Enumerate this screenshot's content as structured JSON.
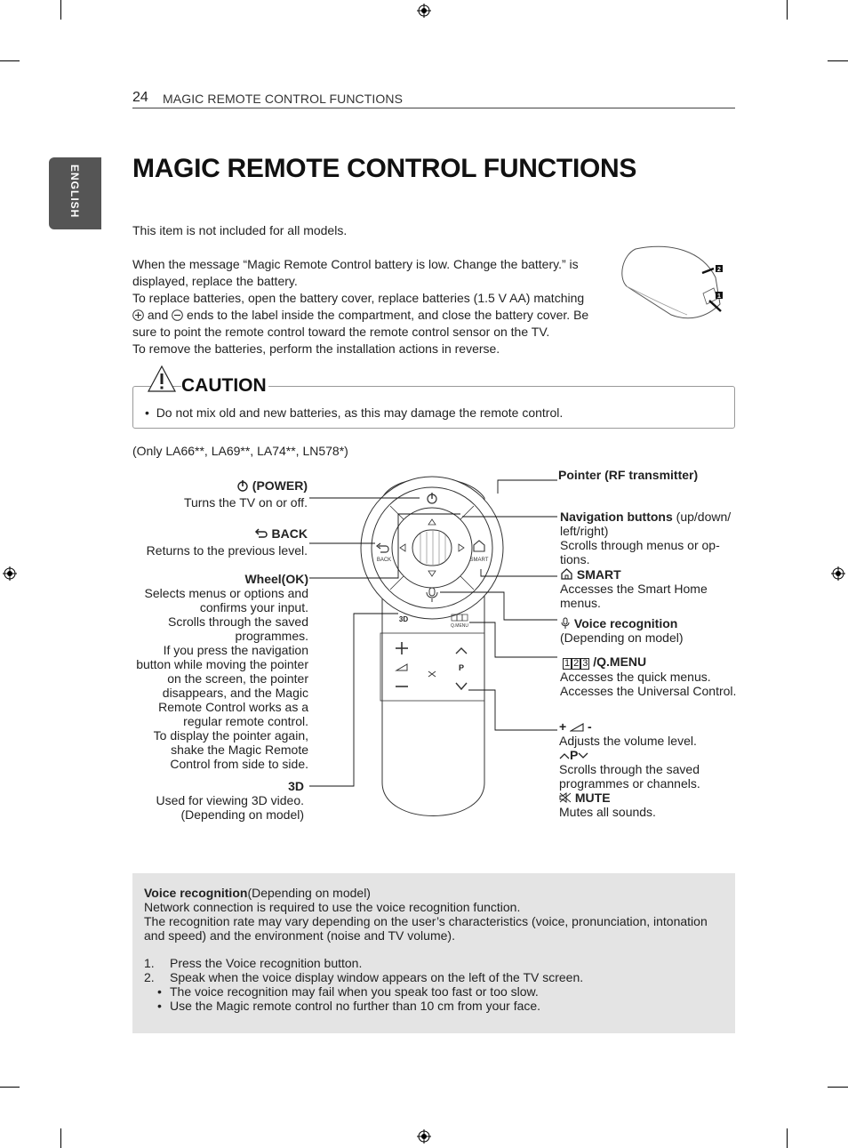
{
  "header": {
    "page_number": "24",
    "running_title": "MAGIC REMOTE CONTROL FUNCTIONS"
  },
  "side_tab": "ENGLISH",
  "title": "MAGIC REMOTE CONTROL FUNCTIONS",
  "intro": {
    "not_included": "This item is not included for all models.",
    "battery_lines": [
      "When the message “Magic Remote Control battery is low. Change the battery.” is",
      "displayed, replace the battery.",
      "To replace batteries, open the battery cover, replace batteries (1.5 V AA) matching",
      "sure to point the remote control toward the remote control sensor on the TV.",
      "To remove the batteries, perform the installation actions in reverse."
    ],
    "and_word": "and",
    "polarity_tail": "ends to the label inside the compartment, and close the battery cover. Be"
  },
  "battery_figure": {
    "step1": "1",
    "step2": "2"
  },
  "caution": {
    "label": "CAUTION",
    "bullet": "Do not mix old and new batteries, as this may damage the remote control."
  },
  "models_note": "(Only LA66**, LA69**, LA74**, LN578*)",
  "left_labels": {
    "power_title": "(POWER)",
    "power_desc": "Turns the TV on or off.",
    "back_title": "BACK",
    "back_desc": "Returns to the previous level.",
    "wheel_title": "Wheel(OK)",
    "wheel_lines": [
      "Selects menus or options and",
      "confirms your input.",
      "Scrolls through the saved",
      "programmes.",
      "If you press the navigation",
      "button while moving the pointer",
      "on the screen, the pointer",
      "disappears, and the Magic",
      "Remote Control works as a",
      "regular remote control.",
      "To display the pointer again,",
      "shake the Magic Remote",
      "Control from side to side."
    ],
    "threed_title": "3D",
    "threed_lines": [
      "Used for viewing 3D video.",
      "(Depending on model)"
    ]
  },
  "right_labels": {
    "pointer_title": "Pointer (RF transmitter)",
    "nav_title": "Navigation buttons",
    "nav_title_tail": " (up/down/",
    "nav_lines": [
      "left/right)",
      "Scrolls through menus or op-",
      "tions."
    ],
    "smart_title": "SMART",
    "smart_lines": [
      "Accesses the Smart Home",
      "menus."
    ],
    "voice_title": "Voice recognition",
    "voice_desc": "(Depending on model)",
    "qmenu_digits": [
      "1",
      "2",
      "3"
    ],
    "qmenu_title": "/Q.MENU",
    "qmenu_lines": [
      "Accesses the quick menus.",
      "Accesses the Universal Control."
    ],
    "vol_plus": "+",
    "vol_minus": "-",
    "vol_desc": "Adjusts the volume level.",
    "p_label": "P",
    "p_lines": [
      "Scrolls through the saved",
      "programmes or channels."
    ],
    "mute_title": "MUTE",
    "mute_desc": "Mutes all sounds."
  },
  "remote": {
    "back_label": "BACK",
    "smart_label": "SMART",
    "threed_label": "3D",
    "qmenu_label": "Q.MENU",
    "p_label": "P"
  },
  "voice_note": {
    "title": "Voice recognition",
    "title_tail": "(Depending on model)",
    "lines": [
      "Network connection is required to use the voice recognition function.",
      "The recognition rate may vary depending on the user’s characteristics (voice, pronunciation, intonation",
      "and speed) and the environment (noise and TV volume)."
    ],
    "steps": [
      {
        "num": "1.",
        "text": "Press the Voice recognition button."
      },
      {
        "num": "2.",
        "text": "Speak when the voice display window appears on the left of the TV screen."
      }
    ],
    "bullets": [
      "The voice recognition may fail when you speak too fast or too slow.",
      "Use the Magic remote control no further than 10 cm from your face."
    ]
  }
}
